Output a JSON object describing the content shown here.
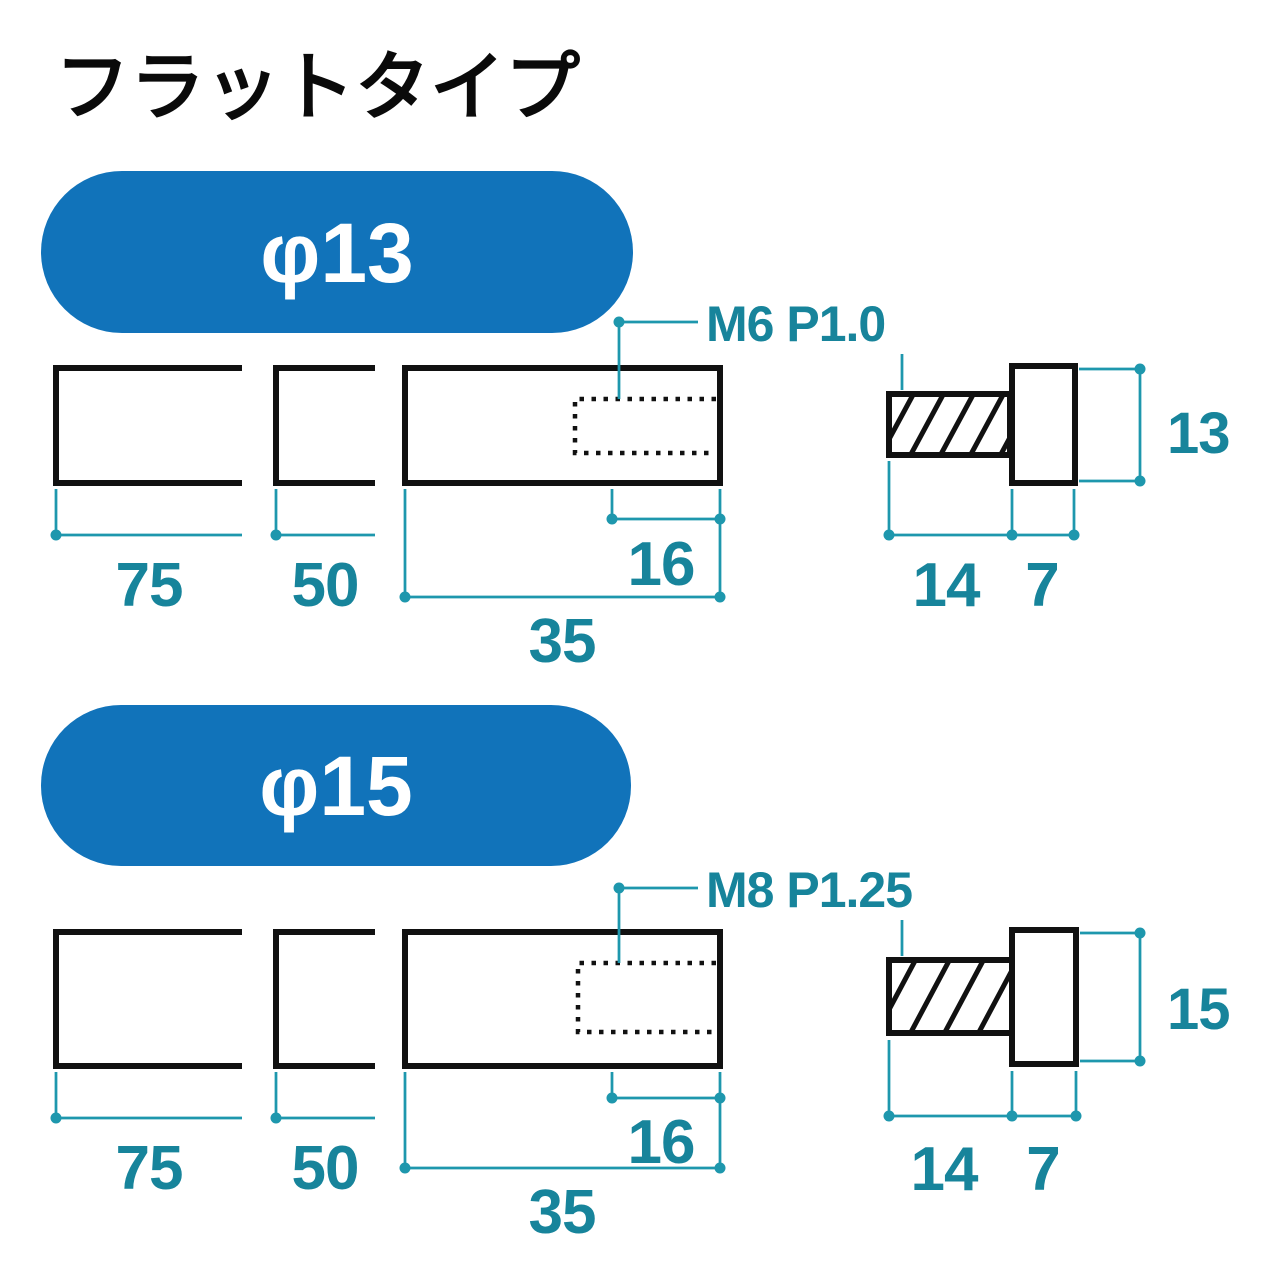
{
  "page": {
    "title": "フラットタイプ"
  },
  "colors": {
    "badge_blue": "#1173BA",
    "dimension_teal_line": "#1E97AD",
    "dimension_teal_text": "#17849B",
    "outline_black": "#111111"
  },
  "sections": [
    {
      "badge_label": "φ13",
      "thread_spec": "M6 P1.0",
      "bodies": [
        {
          "length": "75"
        },
        {
          "length": "50"
        },
        {
          "length": "35",
          "thread_depth": "16"
        }
      ],
      "screw": {
        "shaft_length": "14",
        "head_length": "7",
        "diameter": "13"
      }
    },
    {
      "badge_label": "φ15",
      "thread_spec": "M8 P1.25",
      "bodies": [
        {
          "length": "75"
        },
        {
          "length": "50"
        },
        {
          "length": "35",
          "thread_depth": "16"
        }
      ],
      "screw": {
        "shaft_length": "14",
        "head_length": "7",
        "diameter": "15"
      }
    }
  ]
}
